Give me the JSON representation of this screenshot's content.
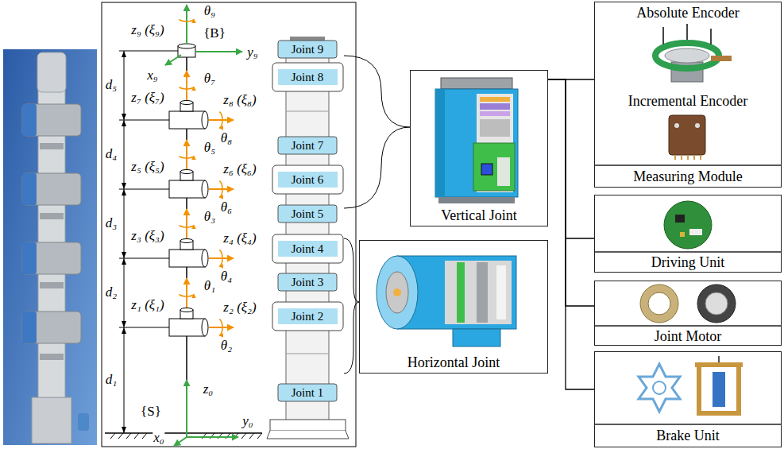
{
  "diagram": {
    "nodes": [
      {
        "text": [
          "Vertical Joint"
        ]
      },
      {
        "text": [
          "Horizontal Joint"
        ]
      },
      {
        "text": [
          "Absolute Encoder",
          "Incremental Encoder",
          "Measuring Module"
        ]
      },
      {
        "text": [
          "Driving Unit"
        ]
      },
      {
        "text": [
          "Joint Motor"
        ]
      },
      {
        "text": [
          "Brake Unit"
        ]
      }
    ],
    "edges": [
      {
        "from": 0,
        "to": 2,
        "arrow": "none"
      },
      {
        "from": 0,
        "to": 3,
        "arrow": "none"
      },
      {
        "from": 0,
        "to": 4,
        "arrow": "none"
      },
      {
        "from": 0,
        "to": 5,
        "arrow": "none"
      }
    ],
    "labels": [
      "z₉ (ξ₉)",
      "θ₉",
      "{B}",
      "x₉",
      "y₉",
      "d₅",
      "θ₇",
      "z₇ (ξ₇)",
      "z₈ (ξ₈)",
      "θ₈",
      "d₄",
      "z₅ (ξ₅)",
      "θ₅",
      "z₆ (ξ₆)",
      "θ₆",
      "d₃",
      "z₃ (ξ₃)",
      "θ₃",
      "z₄ (ξ₄)",
      "θ₄",
      "d₂",
      "z₁ (ξ₁)",
      "θ₁",
      "z₂ (ξ₂)",
      "θ₂",
      "d₁",
      "z₀",
      "{S}",
      "y₀",
      "x₀",
      "Joint 9",
      "Joint 8",
      "Joint 7",
      "Joint 6",
      "Joint 5",
      "Joint 4",
      "Joint 3",
      "Joint 2",
      "Joint 1"
    ]
  }
}
